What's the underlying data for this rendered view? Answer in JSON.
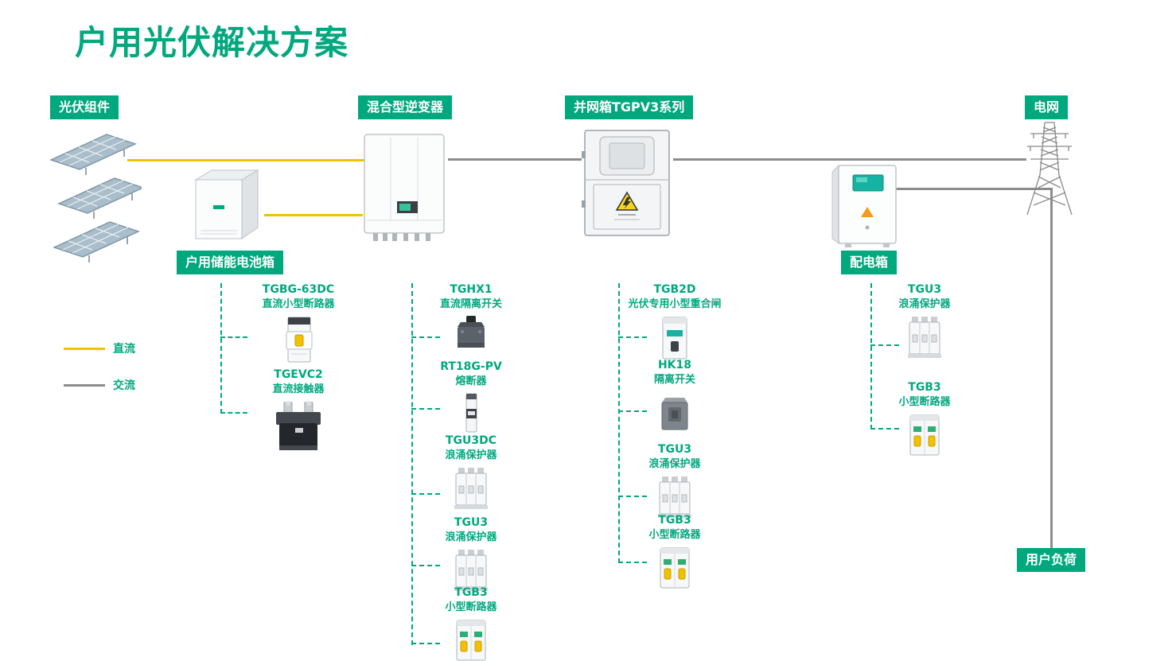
{
  "title": "户用光伏解决方案",
  "badges": {
    "pv": "光伏组件",
    "inverter": "混合型逆变器",
    "grid_box": "并网箱TGPV3系列",
    "grid": "电网",
    "battery": "户用储能电池箱",
    "dist_box": "配电箱",
    "load": "用户负荷"
  },
  "legend": {
    "dc": "直流",
    "ac": "交流"
  },
  "columns": {
    "battery": [
      {
        "model": "TGBG-63DC",
        "desc": "直流小型断路器"
      },
      {
        "model": "TGEVC2",
        "desc": "直流接触器"
      }
    ],
    "inverter": [
      {
        "model": "TGHX1",
        "desc": "直流隔离开关"
      },
      {
        "model": "RT18G-PV",
        "desc": "熔断器"
      },
      {
        "model": "TGU3DC",
        "desc": "浪涌保护器"
      },
      {
        "model": "TGU3",
        "desc": "浪涌保护器"
      },
      {
        "model": "TGB3",
        "desc": "小型断路器"
      }
    ],
    "grid_box": [
      {
        "model": "TGB2D",
        "desc": "光伏专用小型重合闸"
      },
      {
        "model": "HK18",
        "desc": "隔离开关"
      },
      {
        "model": "TGU3",
        "desc": "浪涌保护器"
      },
      {
        "model": "TGB3",
        "desc": "小型断路器"
      }
    ],
    "dist_box": [
      {
        "model": "TGU3",
        "desc": "浪涌保护器"
      },
      {
        "model": "TGB3",
        "desc": "小型断路器"
      }
    ]
  },
  "colors": {
    "accent_green": "#00A87E",
    "dc_yellow": "#F2C100",
    "ac_gray": "#8C8C8C"
  }
}
